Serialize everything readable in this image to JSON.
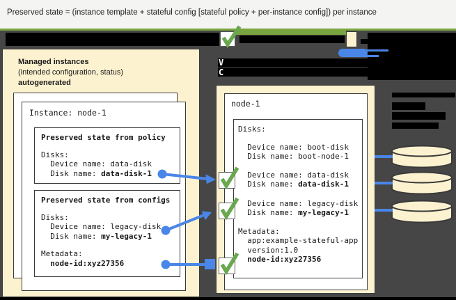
{
  "title_bar": {
    "text": "Preserved state = (instance template + stateful config [stateful policy + per-instance config]) per instance"
  },
  "colors": {
    "background": "#464646",
    "panel_cream": "#fdf2d0",
    "accent_blue": "#4a86e8",
    "check_green": "#6aa84f",
    "legend_green_bar": "#7aa43f",
    "redaction_black": "#000000"
  },
  "redacted_fragments": {
    "line1_first_letter": "V",
    "line2_first_letter": "C"
  },
  "managed_panel": {
    "title": "Managed instances",
    "subtitle": "(intended configuration, status)",
    "note": "autogenerated",
    "instance_card": {
      "title": "Instance: node-1",
      "policy_box": {
        "title": "Preserved state from policy",
        "disks_label": "Disks:",
        "device_line": "  Device name: data-disk",
        "disk_pre": "  Disk name: ",
        "disk_value": "data-disk-1"
      },
      "configs_box": {
        "title": "Preserved state from configs",
        "disks_label": "Disks:",
        "device_line": "  Device name: legacy-disk",
        "disk_pre": "  Disk name: ",
        "disk_value": "my-legacy-1",
        "metadata_label": "Metadata:",
        "metadata_pre": "  ",
        "metadata_value": "node-id:xyz27356"
      }
    }
  },
  "vm_panel": {
    "title": "node-1",
    "disks_label": "Disks:",
    "disk_groups": {
      "boot": {
        "device": "  Device name: boot-disk",
        "disk": "  Disk name: boot-node-1"
      },
      "data": {
        "device": "  Device name: data-disk",
        "disk_pre": "  Disk name: ",
        "disk_value": "data-disk-1"
      },
      "legacy": {
        "device": "  Device name: legacy-disk",
        "disk_pre": "  Disk name: ",
        "disk_value": "my-legacy-1"
      }
    },
    "metadata": {
      "label": "Metadata:",
      "line1": "  app:example-stateful-app",
      "line2": "  version:1.0",
      "bold_pre": "  ",
      "bold_value": "node-id:xyz27356"
    }
  },
  "disks": [
    {
      "label": "boot-node-1"
    },
    {
      "label": "data-disk-1"
    },
    {
      "label": "my-legacy-1"
    }
  ]
}
